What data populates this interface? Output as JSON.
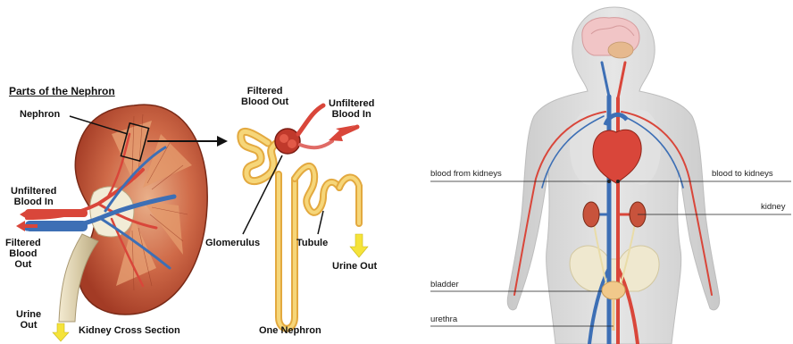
{
  "nephron_panel": {
    "title": "Parts of the Nephron",
    "labels": {
      "nephron": "Nephron",
      "filtered_blood_out_top": "Filtered\nBlood Out",
      "unfiltered_blood_in_top": "Unfiltered\nBlood In",
      "unfiltered_blood_in_left": "Unfiltered\nBlood In",
      "filtered_blood_out_left": "Filtered\nBlood\nOut",
      "urine_out_left": "Urine\nOut",
      "kidney_cross_section": "Kidney Cross Section",
      "glomerulus": "Glomerulus",
      "tubule": "Tubule",
      "urine_out_right": "Urine Out",
      "one_nephron": "One Nephron"
    }
  },
  "body_panel": {
    "labels": {
      "blood_from_kidneys": "blood from kidneys",
      "blood_to_kidneys": "blood to kidneys",
      "kidney": "kidney",
      "bladder": "bladder",
      "urethra": "urethra"
    }
  },
  "colors": {
    "artery": "#d9463a",
    "vein": "#3d6fb5",
    "kidney_flesh": "#c8533c",
    "tubule": "#f1c65c",
    "body_silhouette": "#d7d7d7",
    "arrow_yellow": "#f5e33a"
  }
}
